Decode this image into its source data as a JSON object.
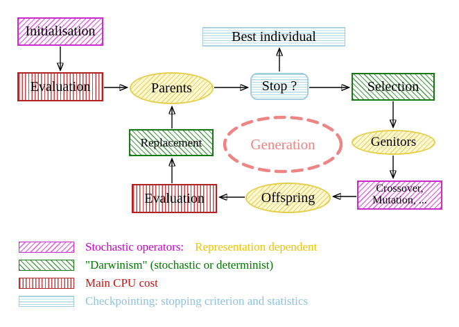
{
  "nodes": {
    "initialisation": "Initialisation",
    "evaluation_top": "Evaluation",
    "parents": "Parents",
    "best_individual": "Best individual",
    "stop": "Stop ?",
    "selection": "Selection",
    "replacement": "Replacement",
    "generation": "Generation",
    "genitors": "Genitors",
    "evaluation_bottom": "Evaluation",
    "offspring": "Offspring",
    "crossover_line1": "Crossover,",
    "crossover_line2": "Mutation, ..."
  },
  "legend": {
    "rows": [
      {
        "swatch": "magenta-hatch",
        "label": "Stochastic operators:",
        "label2": "Representation dependent"
      },
      {
        "swatch": "green-hatch",
        "label": "\"Darwinism\" (stochastic or determinist)"
      },
      {
        "swatch": "red-stripes",
        "label": "Main CPU cost"
      },
      {
        "swatch": "cyan-stripes",
        "label": "Checkpointing: stopping criterion and statistics"
      }
    ]
  },
  "colors": {
    "magenta": "#cc00cc",
    "green": "#007700",
    "red": "#cc1111",
    "cyan_light": "#90c2dd",
    "gold": "#efc400",
    "salmon": "#ed8585",
    "yellow_node_border": "#e3cf4b",
    "arrow": "#000000"
  }
}
